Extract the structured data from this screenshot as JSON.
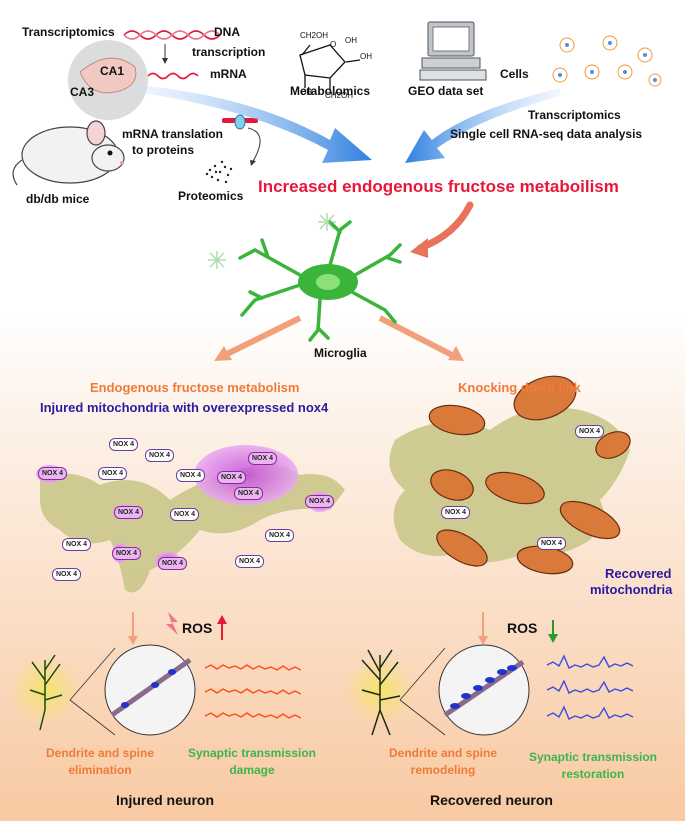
{
  "labels": {
    "transcriptomics_top": "Transcriptomics",
    "dna": "DNA",
    "transcription": "transcription",
    "mrna": "mRNA",
    "ca1": "CA1",
    "ca3": "CA3",
    "metabolomics": "Metabolomics",
    "geo": "GEO data set",
    "cells": "Cells",
    "transcriptomics_right": "Transcriptomics",
    "single_cell": "Single cell RNA-seq data analysis",
    "translation1": "mRNA translation",
    "translation2": "to proteins",
    "proteomics": "Proteomics",
    "dbdb": "db/db mice",
    "main_title": "Increased endogenous fructose metaboilism",
    "microglia": "Microglia",
    "left_title": "Endogenous fructose metabolism",
    "left_subtitle": "Injured mitochondria with overexpressed nox4",
    "right_title": "Knocking down khk",
    "recovered1": "Recovered",
    "recovered2": "mitochondria",
    "ros_left": "ROS",
    "ros_right": "ROS",
    "dend_left1": "Dendrite and spine",
    "dend_left2": "elimination",
    "syn_left1": "Synaptic transmission",
    "syn_left2": "damage",
    "injured_neuron": "Injured neuron",
    "dend_right1": "Dendrite and spine",
    "dend_right2": "remodeling",
    "syn_right1": "Synaptic transmission",
    "syn_right2": "restoration",
    "recovered_neuron": "Recovered neuron",
    "nox": "NOX 4",
    "ch2oh_a": "CH2OH",
    "ch2oh_b": "CH2OH",
    "oh_1": "OH",
    "oh_2": "OH",
    "oh_3": "OH",
    "o_ring": "O"
  },
  "colors": {
    "title_red": "#e8173a",
    "orange": "#f07a3a",
    "purple_blue": "#2a1aa0",
    "green": "#3db54a",
    "blue_arrow": "#2f7fe0",
    "trace_red": "#ff4a1a",
    "trace_blue": "#3a4ee0"
  }
}
